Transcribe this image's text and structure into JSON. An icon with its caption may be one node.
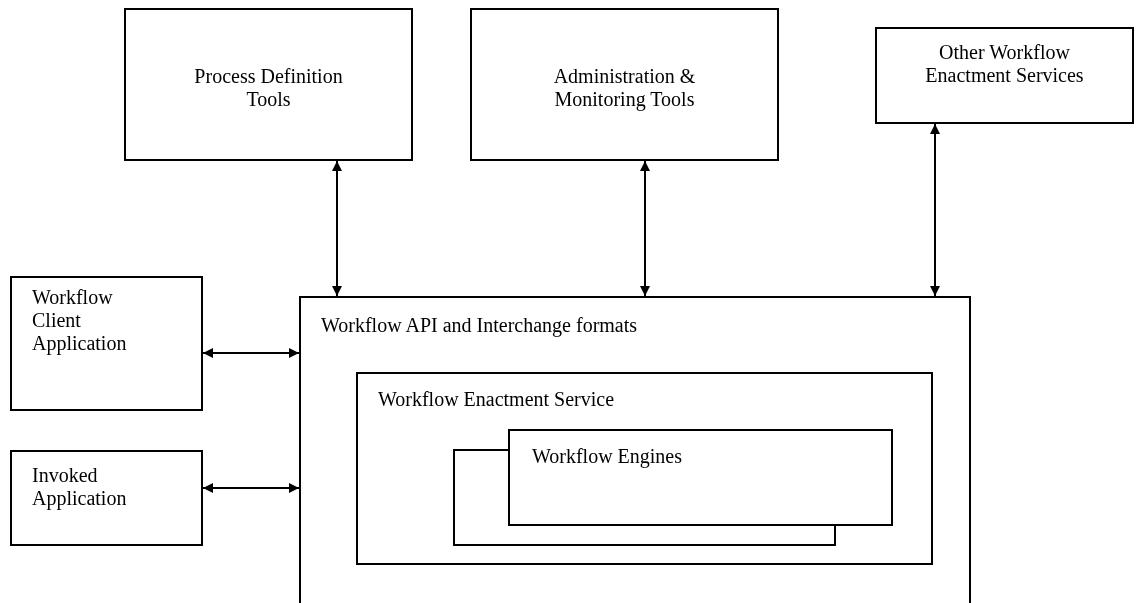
{
  "diagram": {
    "nodes": [
      {
        "text": [
          "Process Definition Tools"
        ]
      },
      {
        "text": [
          "Administration & Monitoring Tools"
        ]
      },
      {
        "text": [
          "Other Workflow Enactment Services"
        ]
      },
      {
        "text": [
          "Workflow Client Application"
        ]
      },
      {
        "text": [
          "Invoked Application"
        ]
      },
      {
        "text": [
          "Workflow API and Interchange formats"
        ]
      },
      {
        "text": [
          "Workflow Enactment Service"
        ],
        "in": 5
      },
      {
        "text": [
          "Workflow Engines"
        ],
        "in": 6
      }
    ],
    "edges": [
      {
        "from": 0,
        "to": 5,
        "arrow": "both"
      },
      {
        "from": 1,
        "to": 5,
        "arrow": "both"
      },
      {
        "from": 2,
        "to": 5,
        "arrow": "both"
      },
      {
        "from": 3,
        "to": 5,
        "arrow": "both"
      },
      {
        "from": 4,
        "to": 5,
        "arrow": "both"
      }
    ]
  }
}
